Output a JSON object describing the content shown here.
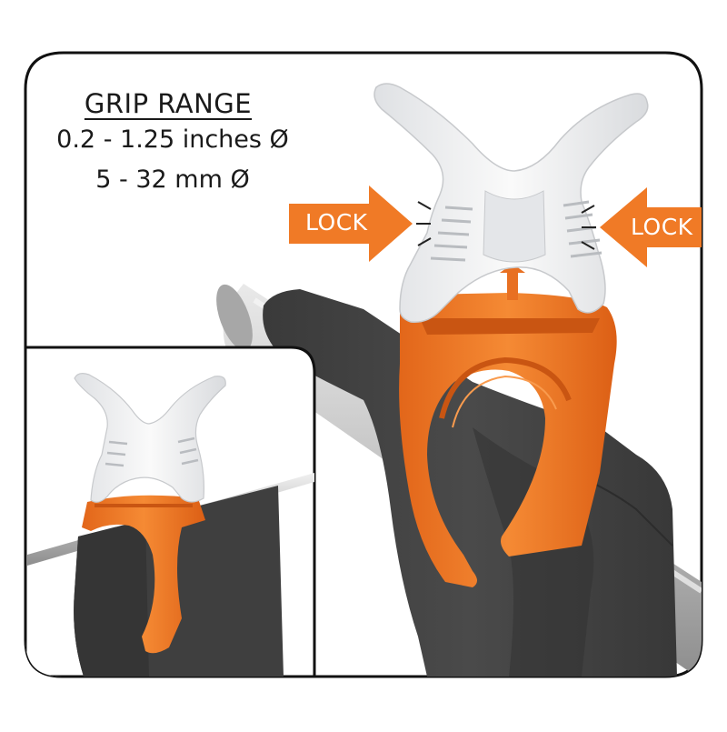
{
  "grip_range": {
    "title": "GRIP RANGE",
    "inches": "0.2 - 1.25 inches Ø",
    "mm": "5 - 32 mm Ø"
  },
  "lock_labels": {
    "left": "LOCK",
    "right": "LOCK"
  },
  "colors": {
    "orange": "#f07a26",
    "white_part": "#f2f3f5",
    "fabric": "#414141",
    "rod": "#b8b8b8",
    "frame_border": "#111111",
    "background": "#ffffff"
  }
}
